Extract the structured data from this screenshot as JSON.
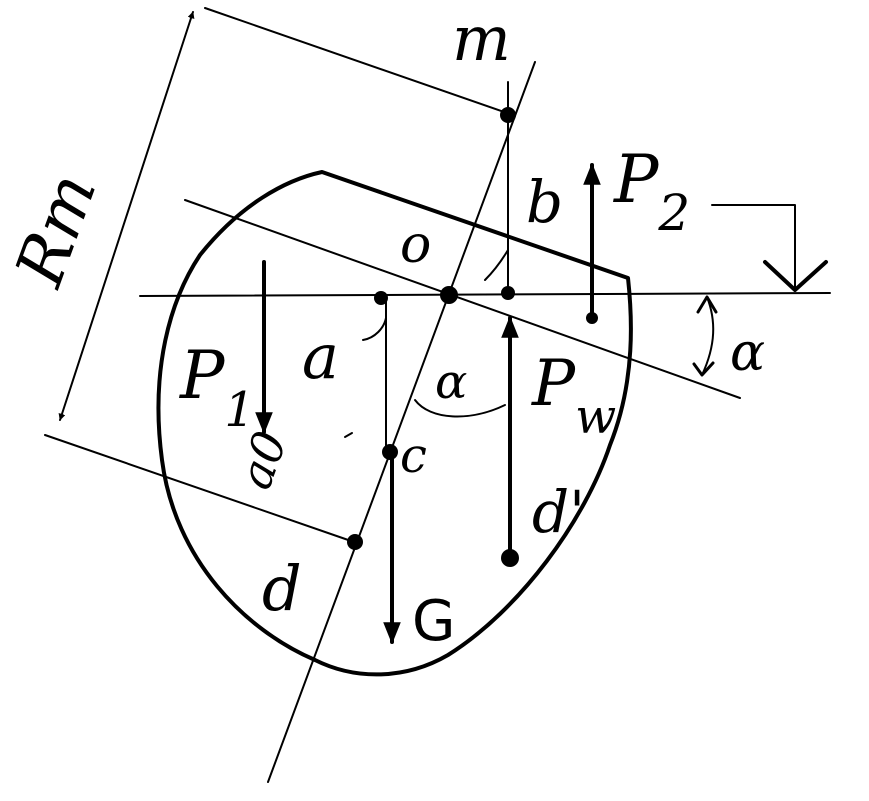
{
  "labels": {
    "m": "m",
    "rm": "Rm",
    "b": "b",
    "p2_main": "P",
    "p2_sub": "2",
    "o": "o",
    "a": "a",
    "p1_main": "P",
    "p1_sub": "1",
    "a0": "a0",
    "alpha_center": "α",
    "pw_main": "P",
    "pw_sub": "w",
    "alpha_side": "α",
    "c": "c",
    "d_prime": "d'",
    "d": "d",
    "g": "G"
  },
  "colors": {
    "ink": "#000000",
    "paper": "#ffffff"
  }
}
